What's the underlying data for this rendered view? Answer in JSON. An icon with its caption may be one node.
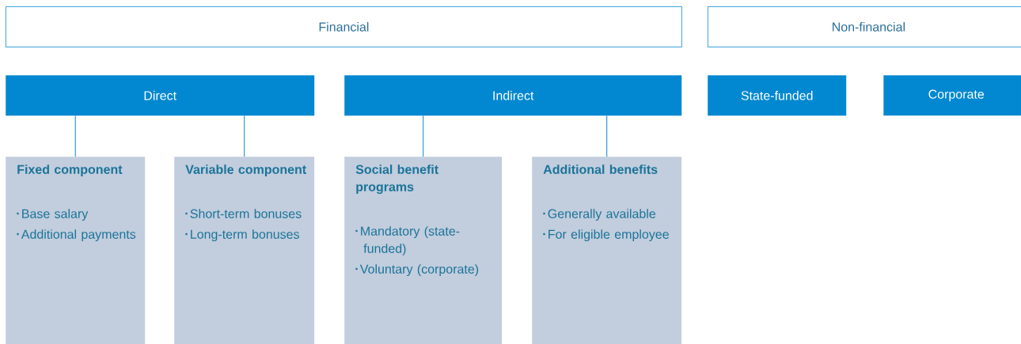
{
  "diagram": {
    "nodes": [
      {
        "text": [
          "Financial"
        ]
      },
      {
        "text": [
          "Non-financial"
        ]
      },
      {
        "text": [
          "Direct"
        ]
      },
      {
        "text": [
          "Indirect"
        ]
      },
      {
        "text": [
          "State-funded"
        ]
      },
      {
        "text": [
          "Corporate"
        ]
      },
      {
        "text": [
          "Fixed component",
          "Base salary",
          "Additional payments"
        ]
      },
      {
        "text": [
          "Variable component",
          "Short-term bonuses",
          "Long-term bonuses"
        ]
      },
      {
        "text": [
          "Social benefit programs",
          "Mandatory (state-funded)",
          "Voluntary (corporate)"
        ]
      },
      {
        "text": [
          "Additional benefits",
          "Generally available",
          "For eligible employee"
        ]
      }
    ],
    "edges": [
      {
        "from": 2,
        "to": 6,
        "arrow": "none"
      },
      {
        "from": 2,
        "to": 7,
        "arrow": "none"
      },
      {
        "from": 3,
        "to": 8,
        "arrow": "none"
      },
      {
        "from": 3,
        "to": 9,
        "arrow": "none"
      }
    ]
  }
}
